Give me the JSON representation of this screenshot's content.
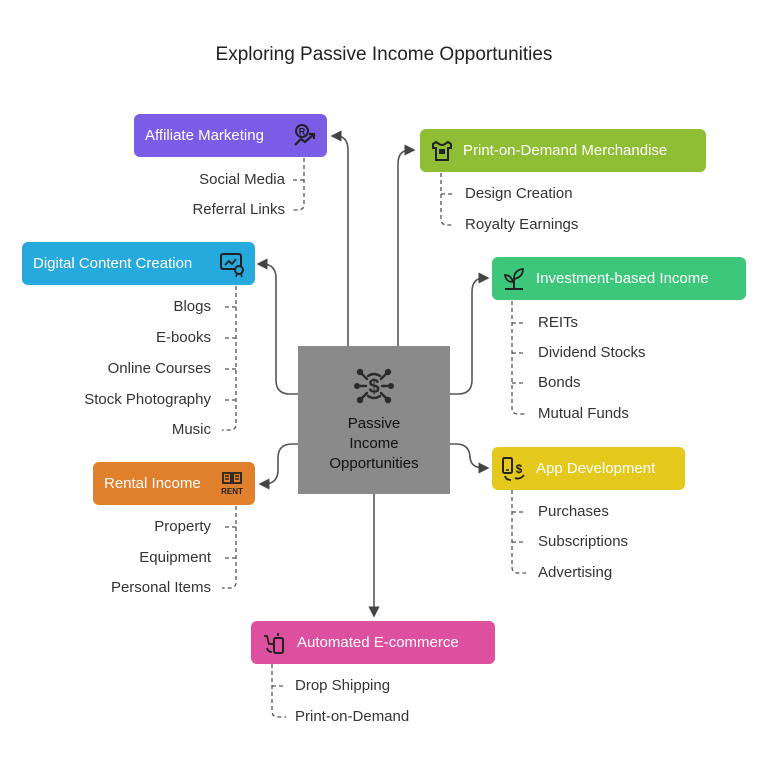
{
  "title": "Exploring Passive Income Opportunities",
  "center": {
    "label_lines": [
      "Passive",
      "Income",
      "Opportunities"
    ],
    "icon": "network-dollar-icon",
    "color": "#8a8a8a"
  },
  "branches": [
    {
      "id": "affiliate",
      "label": "Affiliate Marketing",
      "icon": "affiliate-growth-icon",
      "color": "#7b5ce6",
      "items": [
        "Social Media",
        "Referral Links"
      ]
    },
    {
      "id": "digital",
      "label": "Digital Content Creation",
      "icon": "digital-content-icon",
      "color": "#26a9dc",
      "items": [
        "Blogs",
        "E-books",
        "Online Courses",
        "Stock Photography",
        "Music"
      ]
    },
    {
      "id": "rental",
      "label": "Rental Income",
      "icon": "rent-building-icon",
      "color": "#e07f2c",
      "items": [
        "Property",
        "Equipment",
        "Personal Items"
      ]
    },
    {
      "id": "print",
      "label": "Print-on-Demand Merchandise",
      "icon": "tshirt-print-icon",
      "color": "#8fbd33",
      "items": [
        "Design Creation",
        "Royalty Earnings"
      ]
    },
    {
      "id": "investment",
      "label": "Investment-based Income",
      "icon": "plant-growth-icon",
      "color": "#3cc77a",
      "items": [
        "REITs",
        "Dividend Stocks",
        "Bonds",
        "Mutual Funds"
      ]
    },
    {
      "id": "app",
      "label": "App Development",
      "icon": "app-money-icon",
      "color": "#e5c81c",
      "items": [
        "Purchases",
        "Subscriptions",
        "Advertising"
      ]
    },
    {
      "id": "ecommerce",
      "label": "Automated E-commerce",
      "icon": "ecommerce-icon",
      "color": "#dd4f9f",
      "items": [
        "Drop Shipping",
        "Print-on-Demand"
      ]
    }
  ]
}
